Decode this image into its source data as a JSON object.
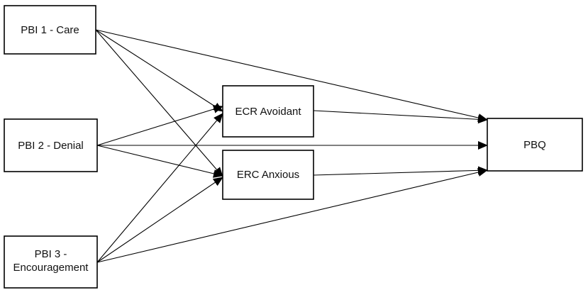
{
  "diagram": {
    "nodes": [
      {
        "id": "pbi1",
        "lines": [
          "PBI 1 - Care"
        ]
      },
      {
        "id": "pbi2",
        "lines": [
          "PBI 2 - Denial"
        ]
      },
      {
        "id": "pbi3",
        "lines": [
          "PBI 3 -",
          "Encouragement"
        ]
      },
      {
        "id": "ecr_avoidant",
        "lines": [
          "ECR Avoidant"
        ]
      },
      {
        "id": "erc_anxious",
        "lines": [
          "ERC Anxious"
        ]
      },
      {
        "id": "pbq",
        "lines": [
          "PBQ"
        ]
      }
    ],
    "edges": [
      {
        "from": "pbi1",
        "to": "pbq"
      },
      {
        "from": "pbi1",
        "to": "ecr_avoidant"
      },
      {
        "from": "pbi1",
        "to": "erc_anxious"
      },
      {
        "from": "pbi2",
        "to": "ecr_avoidant"
      },
      {
        "from": "pbi2",
        "to": "pbq"
      },
      {
        "from": "pbi2",
        "to": "erc_anxious"
      },
      {
        "from": "pbi3",
        "to": "ecr_avoidant"
      },
      {
        "from": "pbi3",
        "to": "erc_anxious"
      },
      {
        "from": "pbi3",
        "to": "pbq"
      },
      {
        "from": "ecr_avoidant",
        "to": "pbq"
      },
      {
        "from": "erc_anxious",
        "to": "pbq"
      }
    ],
    "colors": {
      "stroke": "#000000",
      "background": "#ffffff",
      "text": "#111111"
    }
  }
}
